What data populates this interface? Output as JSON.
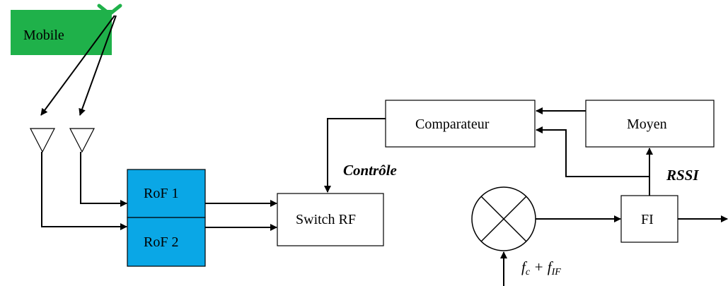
{
  "diagram": {
    "mobile_label": "Mobile",
    "rof1_label": "RoF 1",
    "rof2_label": "RoF 2",
    "switch_label": "Switch RF",
    "comparateur_label": "Comparateur",
    "moyen_label": "Moyen",
    "fi_label": "FI",
    "controle_label": "Contrôle",
    "rssi_label": "RSSI",
    "freq_f": "f",
    "freq_c": "c",
    "freq_plus": " + ",
    "freq_if": "IF",
    "colors": {
      "mobile_fill": "#1fb14a",
      "mobile_antenna": "#1fb14a",
      "rof_fill": "#0aa7e6",
      "box_fill": "#ffffff",
      "line": "#000000"
    }
  }
}
